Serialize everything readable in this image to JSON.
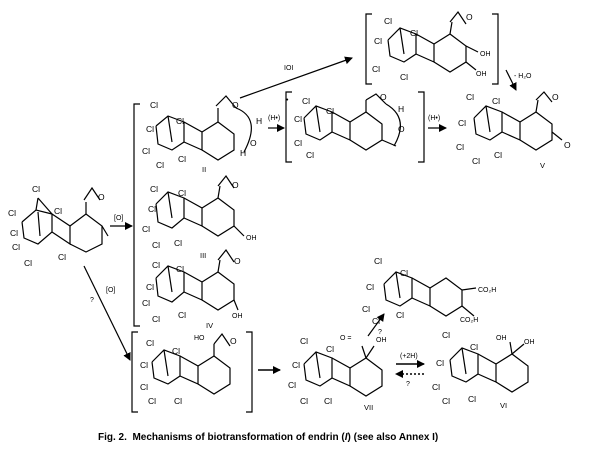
{
  "caption": {
    "fig_label": "Fig. 2.",
    "text_before": "Mechanisms of biotransformation of endrin (",
    "roman": "I",
    "text_after": ") (see also Annex I)"
  },
  "arrow_labels": {
    "oxidation_1": "[O]",
    "oxidation_2": "[O]",
    "unknown_1": "?",
    "unknown_2": "?",
    "unknown_3": "?",
    "ioi": "IOI",
    "h_radical_1": "(H•)",
    "h_radical_2": "(H•)",
    "minus_water": "- H₂O",
    "plus_2h": "(+2H)",
    "dot": "•"
  },
  "compound_labels": {
    "ii": "II",
    "iii": "III",
    "iv": "IV",
    "v": "V",
    "vi": "VI",
    "vii": "VII"
  },
  "atoms": {
    "cl": "Cl",
    "o": "O",
    "h": "H",
    "oh": "OH",
    "ho": "HO",
    "co2h": "CO₂H",
    "o_eq": "O ="
  }
}
